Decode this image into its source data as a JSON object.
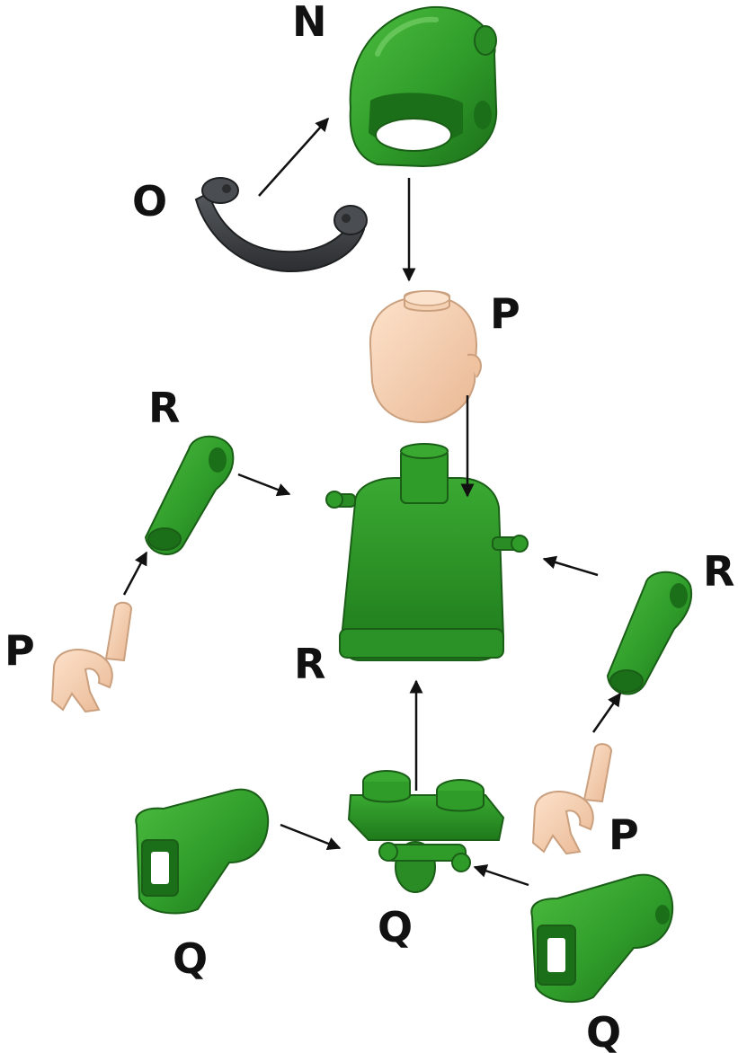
{
  "colors": {
    "part_green": "#2f9c2a",
    "part_green_dark": "#1f7a1c",
    "part_green_light": "#47b53b",
    "skin": "#f7d3b5",
    "skin_dark": "#e3b08c",
    "visor": "#3f4245",
    "visor_dark": "#2a2c2e",
    "arrow": "#111111"
  },
  "labels": {
    "helmet": "N",
    "visor": "O",
    "head": "P",
    "left_hand": "P",
    "right_hand": "P",
    "left_arm": "R",
    "right_arm": "R",
    "torso": "R",
    "hip": "Q",
    "left_leg": "Q",
    "right_leg": "Q"
  }
}
